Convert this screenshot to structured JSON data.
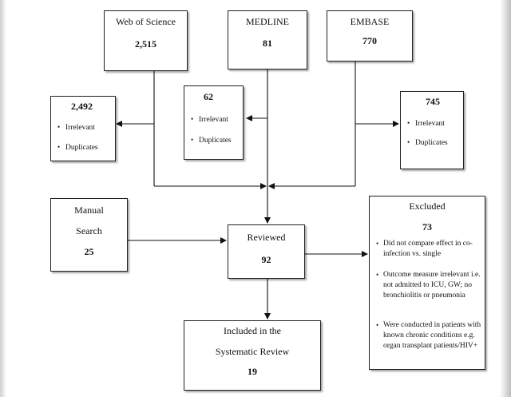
{
  "sources": {
    "web_of_science": {
      "name": "Web of Science",
      "count": "2,515"
    },
    "medline": {
      "name": "MEDLINE",
      "count": "81"
    },
    "embase": {
      "name": "EMBASE",
      "count": "770"
    }
  },
  "removed": {
    "web_of_science": {
      "count": "2,492",
      "items": [
        "Irrelevant",
        "Duplicates"
      ]
    },
    "medline": {
      "count": "62",
      "items": [
        "Irrelevant",
        "Duplicates"
      ]
    },
    "embase": {
      "count": "745",
      "items": [
        "Irrelevant",
        "Duplicates"
      ]
    }
  },
  "manual_search": {
    "line1": "Manual",
    "line2": "Search",
    "count": "25"
  },
  "reviewed": {
    "label": "Reviewed",
    "count": "92"
  },
  "excluded": {
    "label": "Excluded",
    "count": "73",
    "reasons": [
      "Did not compare effect in co-infection vs. single",
      "Outcome measure irrelevant i.e. not admitted to ICU, GW; no bronchiolitis or pneumonia",
      "Were conducted in patients with known chronic conditions e.g. organ transplant patients/HIV+"
    ]
  },
  "included": {
    "line1": "Included in the",
    "line2": "Systematic Review",
    "count": "19"
  },
  "bullet_symbol": "•",
  "colors": {
    "line": "#111111",
    "box_border": "#222222",
    "background": "#ffffff"
  }
}
